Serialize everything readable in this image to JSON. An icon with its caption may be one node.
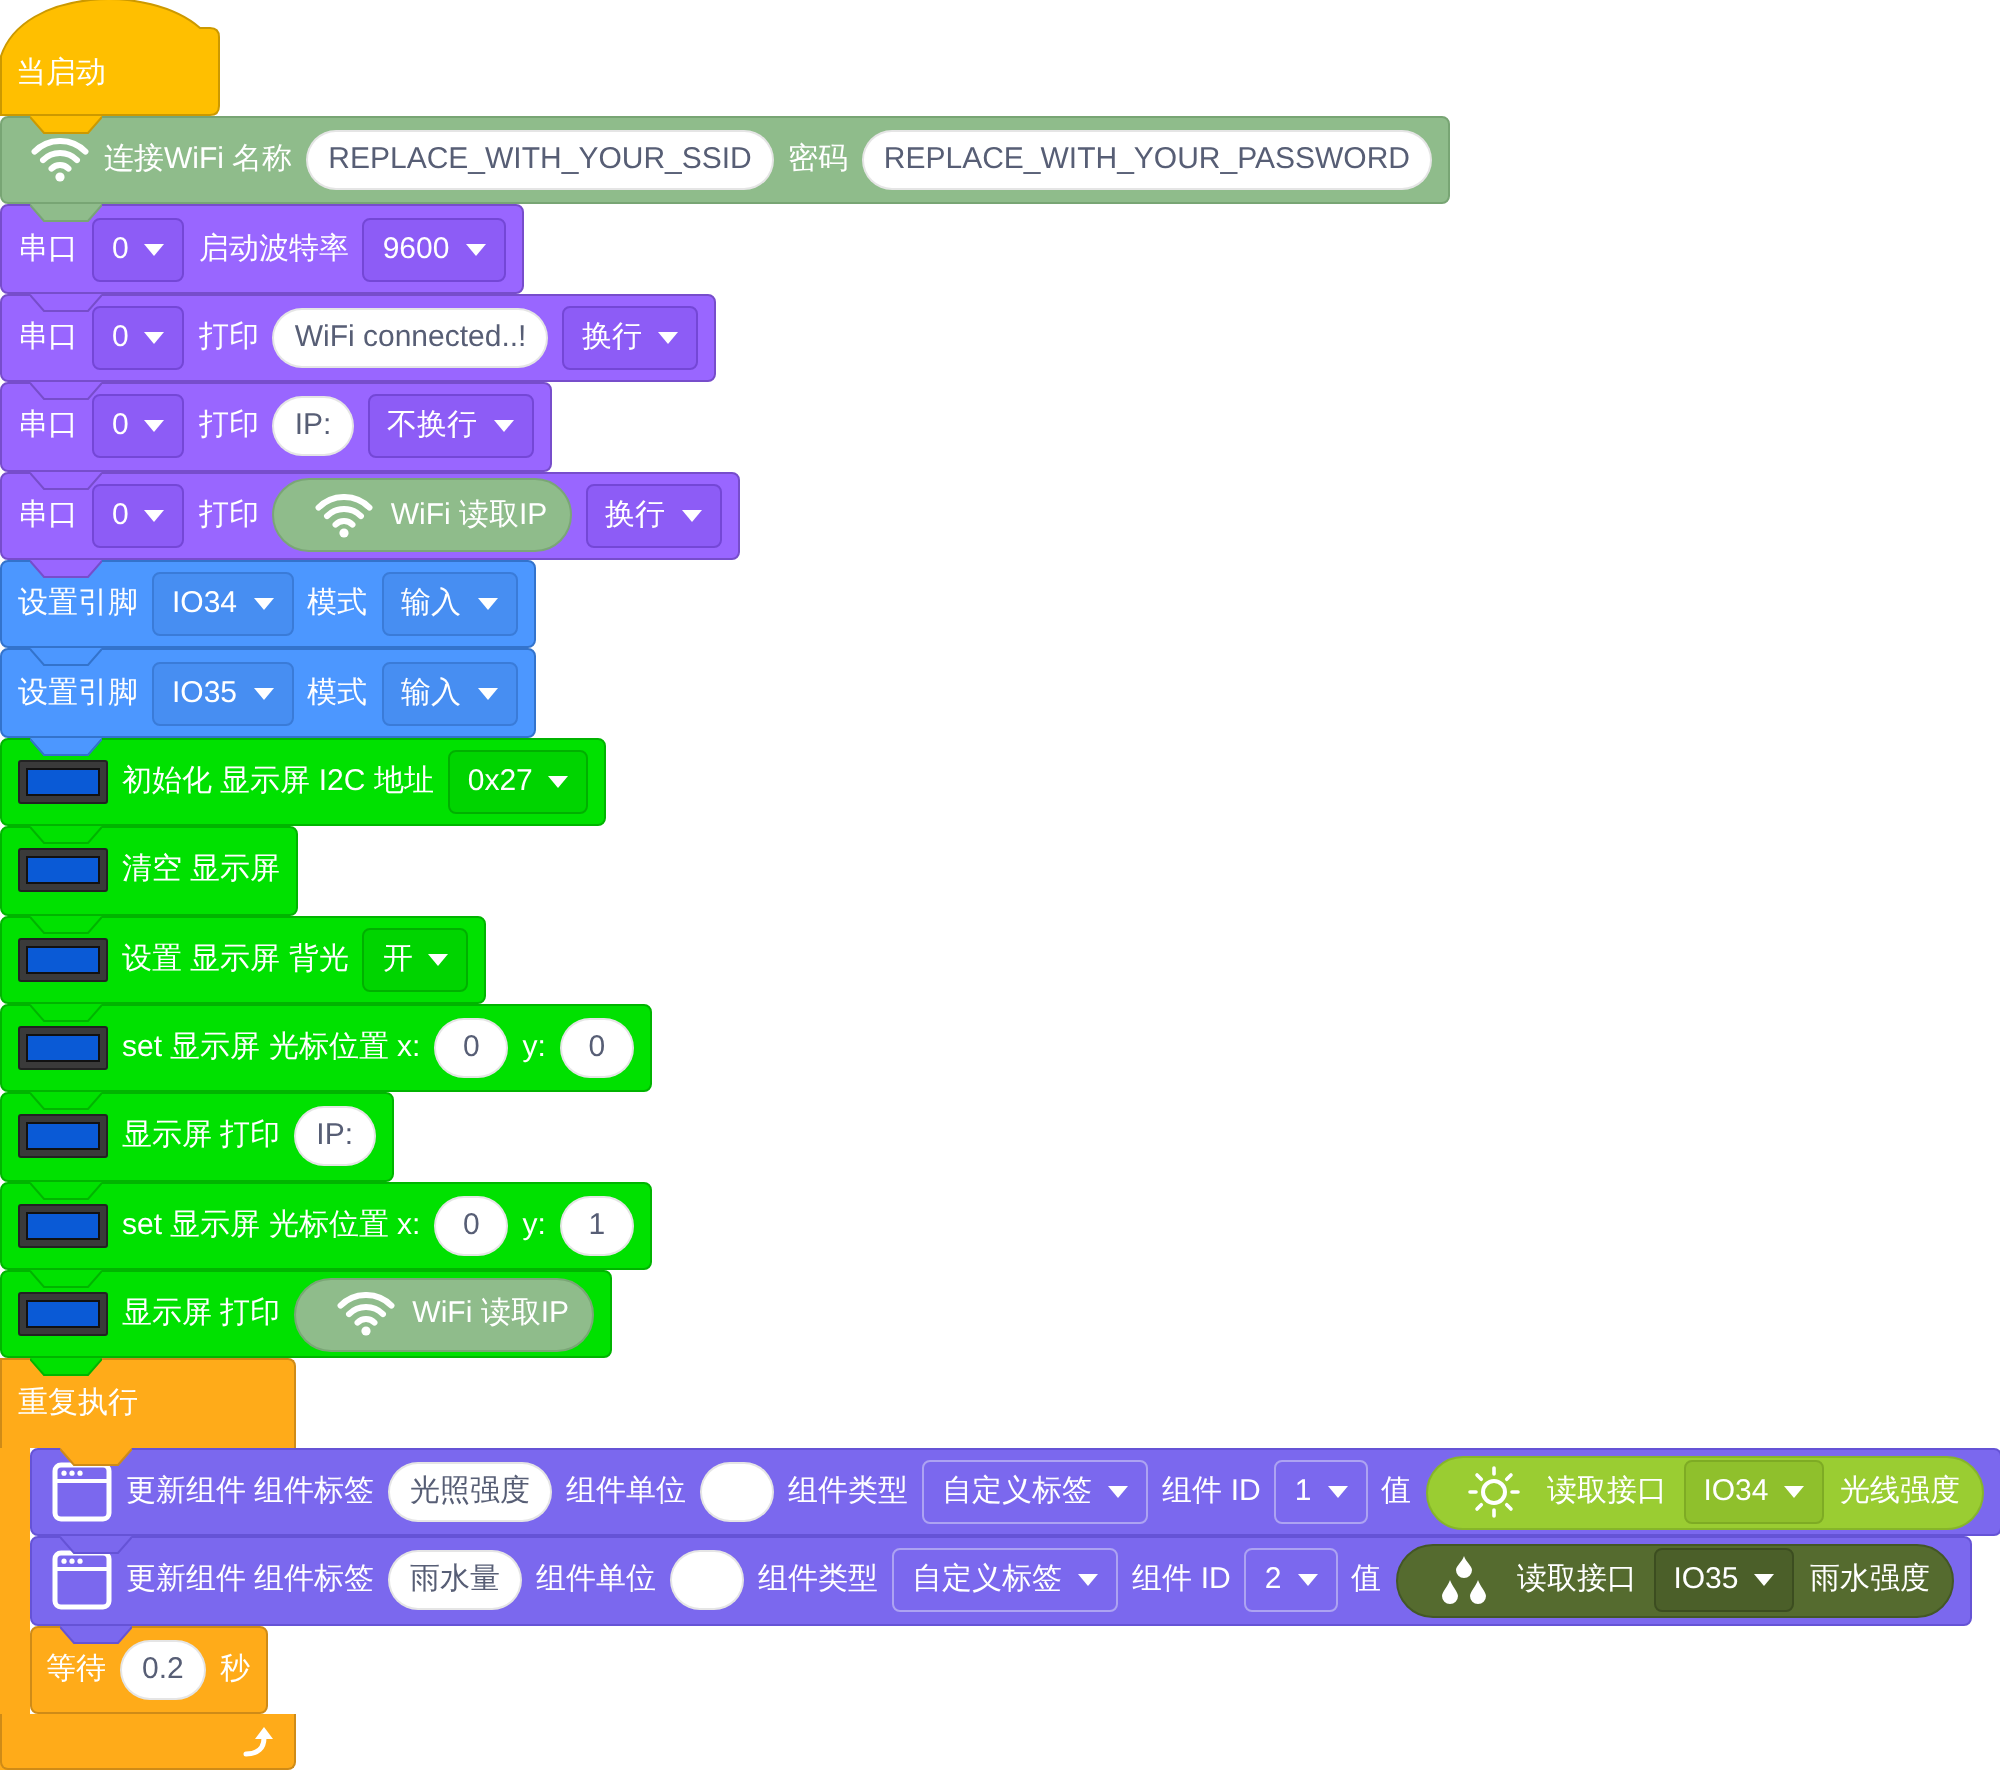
{
  "diagram": {
    "nodes": [
      {
        "text": [
          "当启动"
        ]
      },
      {
        "text": [
          "连接WiFi 名称",
          "密码"
        ]
      },
      {
        "text": [
          "REPLACE_WITH_YOUR_SSID"
        ],
        "in": 1
      },
      {
        "text": [
          "REPLACE_WITH_YOUR_PASSWORD"
        ],
        "in": 1
      },
      {
        "text": [
          "串口",
          "启动波特率"
        ]
      },
      {
        "text": [
          "0"
        ],
        "in": 4
      },
      {
        "text": [
          "9600"
        ],
        "in": 4
      },
      {
        "text": [
          "串口",
          "打印"
        ]
      },
      {
        "text": [
          "0"
        ],
        "in": 7
      },
      {
        "text": [
          "WiFi connected..!"
        ],
        "in": 7
      },
      {
        "text": [
          "换行"
        ],
        "in": 7
      },
      {
        "text": [
          "串口",
          "打印"
        ]
      },
      {
        "text": [
          "0"
        ],
        "in": 11
      },
      {
        "text": [
          "IP:"
        ],
        "in": 11
      },
      {
        "text": [
          "不换行"
        ],
        "in": 11
      },
      {
        "text": [
          "串口",
          "打印"
        ]
      },
      {
        "text": [
          "0"
        ],
        "in": 15
      },
      {
        "text": [
          "WiFi 读取IP"
        ],
        "in": 15
      },
      {
        "text": [
          "换行"
        ],
        "in": 15
      },
      {
        "text": [
          "设置引脚",
          "模式"
        ]
      },
      {
        "text": [
          "IO34"
        ],
        "in": 19
      },
      {
        "text": [
          "输入"
        ],
        "in": 19
      },
      {
        "text": [
          "设置引脚",
          "模式"
        ]
      },
      {
        "text": [
          "IO35"
        ],
        "in": 22
      },
      {
        "text": [
          "输入"
        ],
        "in": 22
      },
      {
        "text": [
          "初始化 显示屏 I2C 地址"
        ]
      },
      {
        "text": [
          "0x27"
        ],
        "in": 25
      },
      {
        "text": [
          "清空 显示屏"
        ]
      },
      {
        "text": [
          "设置 显示屏 背光"
        ]
      },
      {
        "text": [
          "开"
        ],
        "in": 28
      },
      {
        "text": [
          "set 显示屏 光标位置 x:",
          "y:"
        ]
      },
      {
        "text": [
          "0"
        ],
        "in": 30
      },
      {
        "text": [
          "0"
        ],
        "in": 30
      },
      {
        "text": [
          "显示屏 打印"
        ]
      },
      {
        "text": [
          "IP:"
        ],
        "in": 33
      },
      {
        "text": [
          "set 显示屏 光标位置 x:",
          "y:"
        ]
      },
      {
        "text": [
          "0"
        ],
        "in": 35
      },
      {
        "text": [
          "1"
        ],
        "in": 35
      },
      {
        "text": [
          "显示屏 打印"
        ]
      },
      {
        "text": [
          "WiFi 读取IP"
        ],
        "in": 38
      },
      {
        "text": [
          "重复执行"
        ]
      },
      {
        "text": [
          "更新组件 组件标签",
          "组件单位",
          "组件类型",
          "组件 ID",
          "值"
        ],
        "in": 40
      },
      {
        "text": [
          "光照强度"
        ],
        "in": 41
      },
      {
        "text": [],
        "shape": "oval",
        "in": 41
      },
      {
        "text": [
          "自定义标签"
        ],
        "in": 41
      },
      {
        "text": [
          "1"
        ],
        "in": 41
      },
      {
        "text": [
          "读取接口",
          "光线强度"
        ],
        "in": 41
      },
      {
        "text": [
          "IO34"
        ],
        "in": 46
      },
      {
        "text": [
          "更新组件 组件标签",
          "组件单位",
          "组件类型",
          "组件 ID",
          "值"
        ],
        "in": 40
      },
      {
        "text": [
          "雨水量"
        ],
        "in": 48
      },
      {
        "text": [],
        "shape": "oval",
        "in": 48
      },
      {
        "text": [
          "自定义标签"
        ],
        "in": 48
      },
      {
        "text": [
          "2"
        ],
        "in": 48
      },
      {
        "text": [
          "读取接口",
          "雨水强度"
        ],
        "in": 48
      },
      {
        "text": [
          "IO35"
        ],
        "in": 53
      },
      {
        "text": [
          "等待",
          "秒"
        ],
        "in": 40
      },
      {
        "text": [
          "0.2"
        ],
        "in": 55
      }
    ]
  }
}
